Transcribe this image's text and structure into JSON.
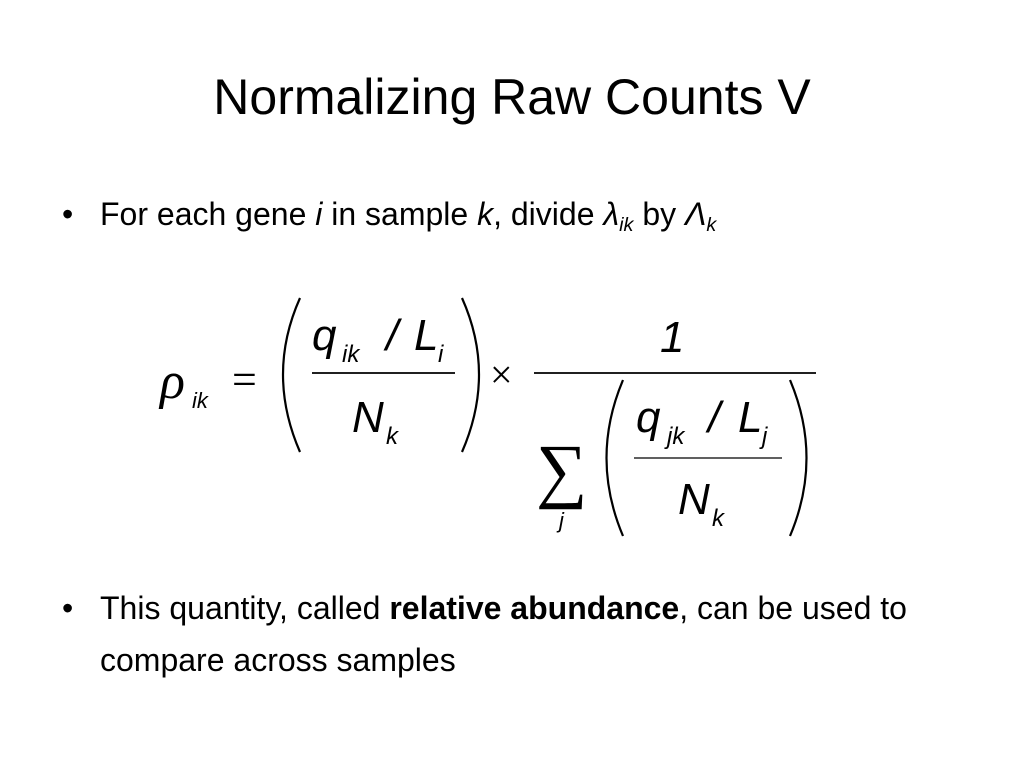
{
  "slide": {
    "title": "Normalizing Raw Counts V",
    "bullet_glyph": "•",
    "bullet1": {
      "text_prefix": "For each gene ",
      "var_i": "i",
      "text_mid1": " in sample ",
      "var_k": "k",
      "text_mid2": ", divide ",
      "lambda": "λ",
      "lambda_sub": "ik",
      "text_by": " by ",
      "Lambda": "Λ",
      "Lambda_sub": "k"
    },
    "formula": {
      "rho": "ρ",
      "rho_sub": "ik",
      "equals": "=",
      "left_num_q": "q",
      "left_num_q_sub": "ik",
      "left_num_slash": "/",
      "left_num_L": "L",
      "left_num_L_sub": "i",
      "left_den_N": "N",
      "left_den_N_sub": "k",
      "times": "×",
      "right_num": "1",
      "sigma": "∑",
      "sigma_sub": "j",
      "inner_num_q": "q",
      "inner_num_q_sub": "jk",
      "inner_num_slash": "/",
      "inner_num_L": "L",
      "inner_num_L_sub": "j",
      "inner_den_N": "N",
      "inner_den_N_sub": "k"
    },
    "bullet2": {
      "text_prefix": "This quantity, called ",
      "bold": "relative abundance",
      "text_suffix": ", can be used to compare across samples"
    }
  }
}
